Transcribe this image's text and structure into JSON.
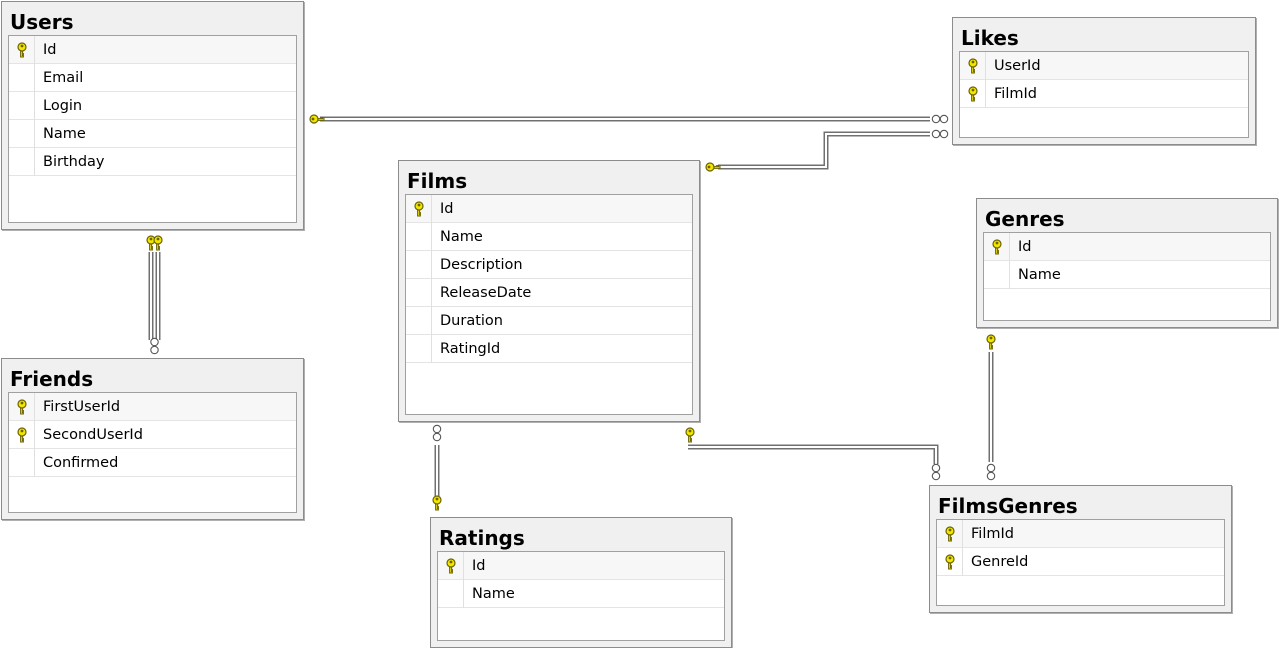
{
  "tables": [
    {
      "id": "users",
      "title": "Users",
      "columns": [
        {
          "name": "Id",
          "pk": true
        },
        {
          "name": "Email",
          "pk": false
        },
        {
          "name": "Login",
          "pk": false
        },
        {
          "name": "Name",
          "pk": false
        },
        {
          "name": "Birthday",
          "pk": false
        }
      ]
    },
    {
      "id": "friends",
      "title": "Friends",
      "columns": [
        {
          "name": "FirstUserId",
          "pk": true
        },
        {
          "name": "SecondUserId",
          "pk": true
        },
        {
          "name": "Confirmed",
          "pk": false
        }
      ]
    },
    {
      "id": "films",
      "title": "Films",
      "columns": [
        {
          "name": "Id",
          "pk": true
        },
        {
          "name": "Name",
          "pk": false
        },
        {
          "name": "Description",
          "pk": false
        },
        {
          "name": "ReleaseDate",
          "pk": false
        },
        {
          "name": "Duration",
          "pk": false
        },
        {
          "name": "RatingId",
          "pk": false
        }
      ]
    },
    {
      "id": "ratings",
      "title": "Ratings",
      "columns": [
        {
          "name": "Id",
          "pk": true
        },
        {
          "name": "Name",
          "pk": false
        }
      ]
    },
    {
      "id": "likes",
      "title": "Likes",
      "columns": [
        {
          "name": "UserId",
          "pk": true
        },
        {
          "name": "FilmId",
          "pk": true
        }
      ]
    },
    {
      "id": "genres",
      "title": "Genres",
      "columns": [
        {
          "name": "Id",
          "pk": true
        },
        {
          "name": "Name",
          "pk": false
        }
      ]
    },
    {
      "id": "filmsgenres",
      "title": "FilmsGenres",
      "columns": [
        {
          "name": "FilmId",
          "pk": true
        },
        {
          "name": "GenreId",
          "pk": true
        }
      ]
    }
  ],
  "relationships": [
    {
      "from": "users",
      "to": "likes",
      "one_end": "users",
      "many_end": "likes"
    },
    {
      "from": "films",
      "to": "likes",
      "one_end": "films",
      "many_end": "likes"
    },
    {
      "from": "users",
      "to": "friends",
      "one_end": "users",
      "many_end": "friends",
      "count": 2
    },
    {
      "from": "ratings",
      "to": "films",
      "one_end": "ratings",
      "many_end": "films"
    },
    {
      "from": "films",
      "to": "filmsgenres",
      "one_end": "films",
      "many_end": "filmsgenres"
    },
    {
      "from": "genres",
      "to": "filmsgenres",
      "one_end": "genres",
      "many_end": "filmsgenres"
    }
  ],
  "colors": {
    "key": "#f2e600",
    "key_outline": "#6b6200",
    "line": "#707070"
  },
  "icons": {
    "primary_key": "key-icon"
  }
}
